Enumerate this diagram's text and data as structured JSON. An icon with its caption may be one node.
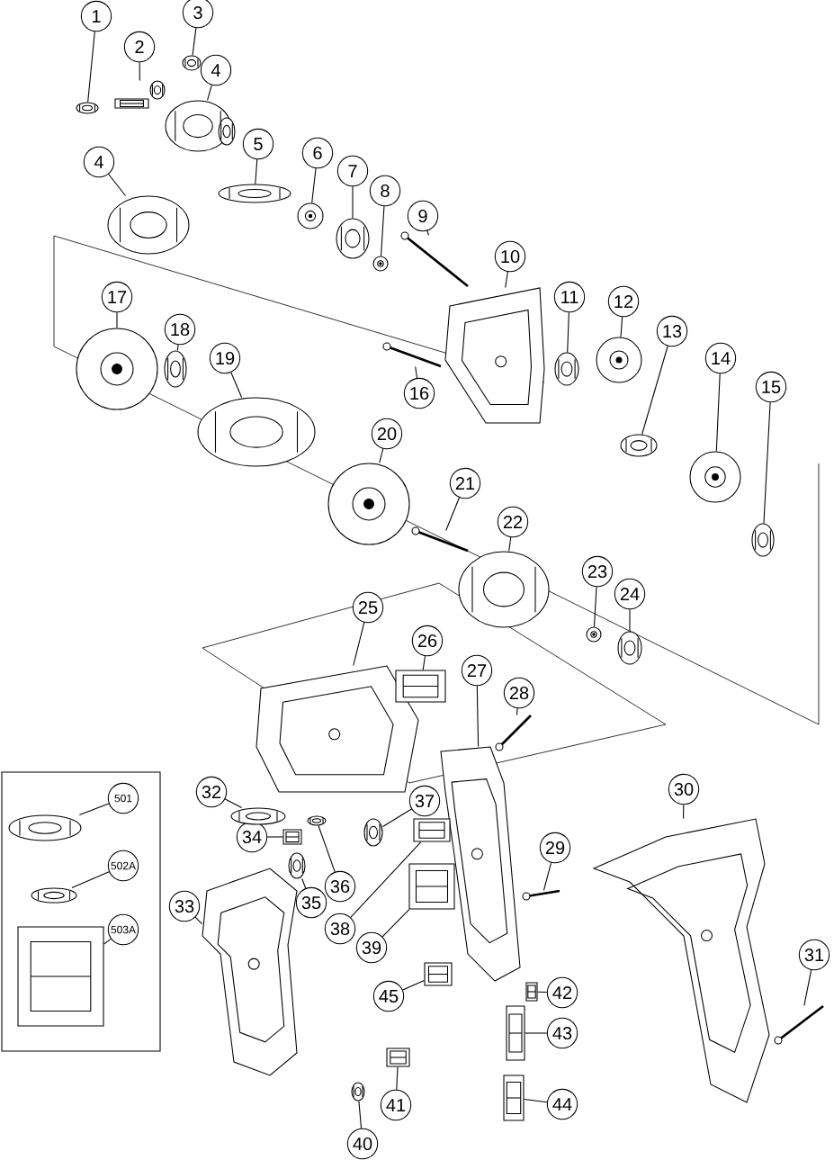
{
  "diagram": {
    "nodes": [
      {
        "text": [
          "1"
        ]
      },
      {
        "text": [
          "2"
        ]
      },
      {
        "text": [
          "3"
        ]
      },
      {
        "text": [
          "4"
        ]
      },
      {
        "text": [
          "4"
        ]
      },
      {
        "text": [
          "5"
        ]
      },
      {
        "text": [
          "6"
        ]
      },
      {
        "text": [
          "7"
        ]
      },
      {
        "text": [
          "8"
        ]
      },
      {
        "text": [
          "9"
        ]
      },
      {
        "text": [
          "10"
        ]
      },
      {
        "text": [
          "11"
        ]
      },
      {
        "text": [
          "12"
        ]
      },
      {
        "text": [
          "13"
        ]
      },
      {
        "text": [
          "14"
        ]
      },
      {
        "text": [
          "15"
        ]
      },
      {
        "text": [
          "16"
        ]
      },
      {
        "text": [
          "17"
        ]
      },
      {
        "text": [
          "18"
        ]
      },
      {
        "text": [
          "19"
        ]
      },
      {
        "text": [
          "20"
        ]
      },
      {
        "text": [
          "21"
        ]
      },
      {
        "text": [
          "22"
        ]
      },
      {
        "text": [
          "23"
        ]
      },
      {
        "text": [
          "24"
        ]
      },
      {
        "text": [
          "25"
        ]
      },
      {
        "text": [
          "26"
        ]
      },
      {
        "text": [
          "27"
        ]
      },
      {
        "text": [
          "28"
        ]
      },
      {
        "text": [
          "29"
        ]
      },
      {
        "text": [
          "30"
        ]
      },
      {
        "text": [
          "31"
        ]
      },
      {
        "text": [
          "32"
        ]
      },
      {
        "text": [
          "33"
        ]
      },
      {
        "text": [
          "34"
        ]
      },
      {
        "text": [
          "35"
        ]
      },
      {
        "text": [
          "36"
        ]
      },
      {
        "text": [
          "37"
        ]
      },
      {
        "text": [
          "38"
        ]
      },
      {
        "text": [
          "39"
        ]
      },
      {
        "text": [
          "40"
        ]
      },
      {
        "text": [
          "41"
        ]
      },
      {
        "text": [
          "42"
        ]
      },
      {
        "text": [
          "43"
        ]
      },
      {
        "text": [
          "44"
        ]
      },
      {
        "text": [
          "45"
        ]
      },
      {
        "text": [
          "501"
        ]
      },
      {
        "text": [
          "502A"
        ]
      },
      {
        "text": [
          "503A"
        ]
      },
      {
        "text": [],
        "shape": "picture"
      },
      {
        "text": [],
        "shape": "picture"
      },
      {
        "text": [],
        "shape": "picture"
      },
      {
        "text": [],
        "shape": "picture"
      },
      {
        "text": [],
        "shape": "picture"
      },
      {
        "text": [],
        "shape": "picture"
      },
      {
        "text": [],
        "shape": "picture"
      },
      {
        "text": [],
        "shape": "picture"
      },
      {
        "text": [],
        "shape": "picture"
      },
      {
        "text": [],
        "shape": "picture"
      },
      {
        "text": [],
        "shape": "picture"
      },
      {
        "text": [],
        "shape": "picture"
      },
      {
        "text": [],
        "shape": "picture"
      },
      {
        "text": [],
        "shape": "picture"
      },
      {
        "text": [],
        "shape": "picture"
      },
      {
        "text": [],
        "shape": "picture"
      },
      {
        "text": [],
        "shape": "picture"
      },
      {
        "text": [],
        "shape": "picture"
      },
      {
        "text": [],
        "shape": "picture"
      },
      {
        "text": [],
        "shape": "picture"
      },
      {
        "text": [],
        "shape": "picture"
      },
      {
        "text": [],
        "shape": "picture"
      },
      {
        "text": [],
        "shape": "picture"
      },
      {
        "text": [],
        "shape": "picture"
      },
      {
        "text": [],
        "shape": "picture"
      },
      {
        "text": [],
        "shape": "picture"
      },
      {
        "text": [],
        "shape": "picture"
      },
      {
        "text": [],
        "shape": "picture"
      },
      {
        "text": [],
        "shape": "picture"
      },
      {
        "text": [],
        "shape": "picture"
      },
      {
        "text": [],
        "shape": "picture"
      },
      {
        "text": [],
        "shape": "picture"
      },
      {
        "text": [],
        "shape": "picture"
      },
      {
        "text": [],
        "shape": "picture"
      },
      {
        "text": [],
        "shape": "picture"
      },
      {
        "text": [],
        "shape": "picture"
      },
      {
        "text": [],
        "shape": "picture"
      },
      {
        "text": [],
        "shape": "picture"
      },
      {
        "text": [],
        "shape": "picture"
      },
      {
        "text": [],
        "shape": "picture"
      },
      {
        "text": [],
        "shape": "picture"
      },
      {
        "text": [],
        "shape": "picture"
      },
      {
        "text": [],
        "shape": "picture"
      },
      {
        "text": [],
        "shape": "picture"
      },
      {
        "text": [],
        "shape": "picture"
      },
      {
        "text": [],
        "shape": "picture"
      },
      {
        "text": [],
        "shape": "picture"
      },
      {
        "text": [],
        "shape": "picture"
      },
      {
        "text": [],
        "shape": "picture"
      }
    ],
    "edges": [
      {
        "from": 0,
        "to": 49,
        "arrow": "none"
      },
      {
        "from": 1,
        "to": 50,
        "arrow": "none"
      },
      {
        "from": 2,
        "to": 51,
        "arrow": "none"
      },
      {
        "from": 3,
        "to": 52,
        "arrow": "none"
      },
      {
        "from": 4,
        "to": 53,
        "arrow": "none"
      },
      {
        "from": 5,
        "to": 54,
        "arrow": "none"
      },
      {
        "from": 6,
        "to": 55,
        "arrow": "none"
      },
      {
        "from": 7,
        "to": 56,
        "arrow": "none"
      },
      {
        "from": 8,
        "to": 57,
        "arrow": "none"
      },
      {
        "from": 9,
        "to": 58,
        "arrow": "none"
      },
      {
        "from": 10,
        "to": 59,
        "arrow": "none"
      },
      {
        "from": 11,
        "to": 60,
        "arrow": "none"
      },
      {
        "from": 12,
        "to": 61,
        "arrow": "none"
      },
      {
        "from": 13,
        "to": 62,
        "arrow": "none"
      },
      {
        "from": 14,
        "to": 63,
        "arrow": "none"
      },
      {
        "from": 15,
        "to": 64,
        "arrow": "none"
      },
      {
        "from": 16,
        "to": 65,
        "arrow": "none"
      },
      {
        "from": 17,
        "to": 66,
        "arrow": "none"
      },
      {
        "from": 18,
        "to": 67,
        "arrow": "none"
      },
      {
        "from": 19,
        "to": 68,
        "arrow": "none"
      },
      {
        "from": 20,
        "to": 69,
        "arrow": "none"
      },
      {
        "from": 21,
        "to": 70,
        "arrow": "none"
      },
      {
        "from": 22,
        "to": 71,
        "arrow": "none"
      },
      {
        "from": 23,
        "to": 72,
        "arrow": "none"
      },
      {
        "from": 24,
        "to": 73,
        "arrow": "none"
      },
      {
        "from": 25,
        "to": 74,
        "arrow": "none"
      },
      {
        "from": 26,
        "to": 75,
        "arrow": "none"
      },
      {
        "from": 27,
        "to": 76,
        "arrow": "none"
      },
      {
        "from": 28,
        "to": 77,
        "arrow": "none"
      },
      {
        "from": 29,
        "to": 78,
        "arrow": "none"
      },
      {
        "from": 30,
        "to": 79,
        "arrow": "none"
      },
      {
        "from": 31,
        "to": 80,
        "arrow": "none"
      },
      {
        "from": 32,
        "to": 81,
        "arrow": "none"
      },
      {
        "from": 33,
        "to": 82,
        "arrow": "none"
      },
      {
        "from": 34,
        "to": 83,
        "arrow": "none"
      },
      {
        "from": 35,
        "to": 84,
        "arrow": "none"
      },
      {
        "from": 36,
        "to": 85,
        "arrow": "none"
      },
      {
        "from": 37,
        "to": 86,
        "arrow": "none"
      },
      {
        "from": 38,
        "to": 87,
        "arrow": "none"
      },
      {
        "from": 39,
        "to": 88,
        "arrow": "none"
      },
      {
        "from": 40,
        "to": 89,
        "arrow": "none"
      },
      {
        "from": 41,
        "to": 90,
        "arrow": "none"
      },
      {
        "from": 42,
        "to": 91,
        "arrow": "none"
      },
      {
        "from": 43,
        "to": 92,
        "arrow": "none"
      },
      {
        "from": 44,
        "to": 93,
        "arrow": "none"
      },
      {
        "from": 45,
        "to": 94,
        "arrow": "none"
      },
      {
        "from": 46,
        "to": 95,
        "arrow": "none"
      },
      {
        "from": 47,
        "to": 96,
        "arrow": "none"
      },
      {
        "from": 48,
        "to": 97,
        "arrow": "none"
      }
    ]
  }
}
